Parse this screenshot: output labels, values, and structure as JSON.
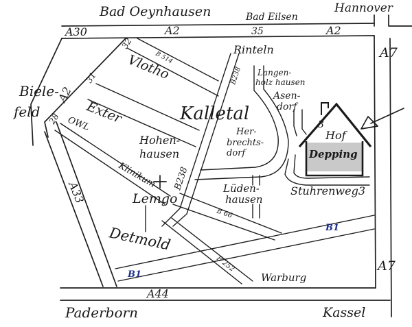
{
  "map": {
    "places": {
      "bad_oeynhausen": "Bad Oeynhausen",
      "hannover": "Hannover",
      "bad_eilsen": "Bad Eilsen",
      "rinteln": "Rinteln",
      "vlotho": "Vlotho",
      "bielefeld_1": "Biele-",
      "bielefeld_2": "feld",
      "exter": "Exter",
      "owl": "OWL",
      "langenholzhausen_1": "Langen-",
      "langenholzhausen_2": "holz hausen",
      "asendorf_1": "Asen-",
      "asendorf_2": "dorf",
      "kalletal": "Kalletal",
      "herbrechtsdorf_1": "Her-",
      "herbrechtsdorf_2": "brechts-",
      "herbrechtsdorf_3": "dorf",
      "hohenhausen_1": "Hohen-",
      "hohenhausen_2": "hausen",
      "klinikum": "Klinikum",
      "luedenhausen_1": "Lüden-",
      "luedenhausen_2": "hausen",
      "lemgo": "Lemgo",
      "detmold": "Detmold",
      "warburg": "Warburg",
      "paderborn": "Paderborn",
      "kassel": "Kassel",
      "stuhrenweg": "Stuhrenweg3"
    },
    "roads": {
      "a30": "A30",
      "a2_top_1": "A2",
      "a2_top_2": "A2",
      "a2_diag": "A2",
      "a7_top": "A7",
      "a7_bottom": "A7",
      "a33": "A33",
      "a44": "A44",
      "b1_right": "B1",
      "b1_left": "B1",
      "b514": "B 514",
      "b238_upper": "B238",
      "b238_lower": "B238",
      "b66": "B 66",
      "b252": "B 252"
    },
    "exits": {
      "exit_35": "35",
      "exit_32": "32",
      "exit_31": "31",
      "exit_28": "28"
    },
    "house": {
      "number": "3",
      "word1": "Hof",
      "word2": "Depping"
    },
    "colors": {
      "ink": "#1a1a1a",
      "b1_label": "#1e2f8c",
      "shading": "#9c9c9c",
      "paper": "#ffffff"
    }
  }
}
